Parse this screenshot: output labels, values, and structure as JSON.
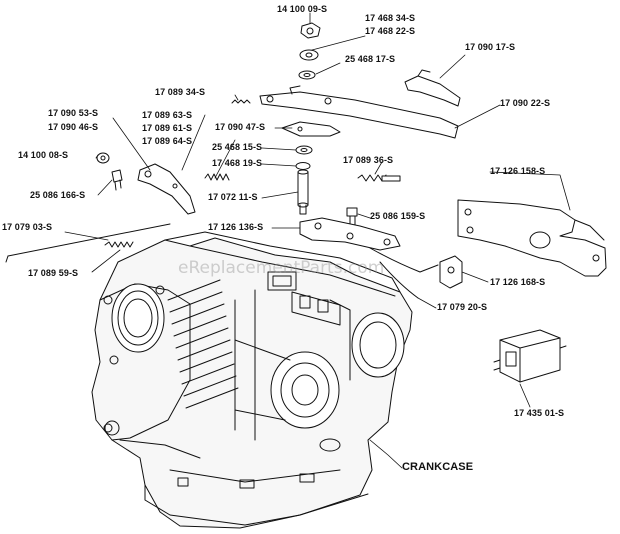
{
  "watermark": "eReplacementParts.com",
  "colors": {
    "line": "#111111",
    "fill": "#f4f4f4",
    "accent": "#222222"
  },
  "labels": {
    "p14100_09": "14 100 09-S",
    "p17468_34": "17 468 34-S",
    "p17468_22": "17 468 22-S",
    "p17090_17": "17 090 17-S",
    "p25468_17": "25 468 17-S",
    "p17089_34": "17 089 34-S",
    "p17090_53": "17 090 53-S",
    "p17090_46": "17 090 46-S",
    "p17089_63": "17 089 63-S",
    "p17089_61": "17 089 61-S",
    "p17089_64": "17 089 64-S",
    "p17090_47": "17 090 47-S",
    "p17090_22": "17 090 22-S",
    "p25468_15": "25 468 15-S",
    "p14100_08": "14 100 08-S",
    "p17468_19": "17 468 19-S",
    "p17089_36": "17 089 36-S",
    "p25086_166": "25 086 166-S",
    "p17072_11": "17 072 11-S",
    "p17126_158": "17 126 158-S",
    "p25086_159": "25 086 159-S",
    "p17079_03": "17 079 03-S",
    "p17126_136": "17 126 136-S",
    "p17089_59": "17 089 59-S",
    "p17126_168": "17 126 168-S",
    "p17079_20": "17 079 20-S",
    "p17435_01": "17 435 01-S",
    "crankcase": "CRANKCASE"
  }
}
